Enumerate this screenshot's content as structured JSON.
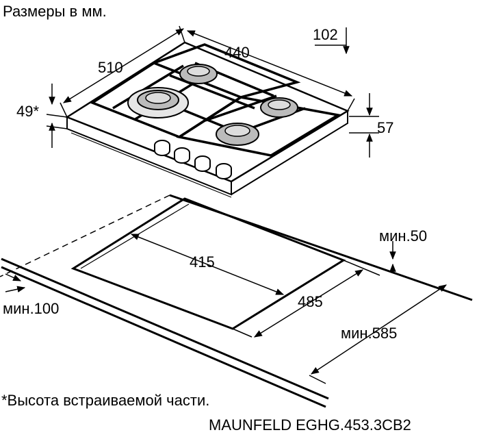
{
  "header": {
    "title": "Размеры в мм."
  },
  "hob_dimensions": {
    "width": "510",
    "depth": "440",
    "offset": "102",
    "height_builtin": "49*",
    "height_total": "57"
  },
  "cutout_dimensions": {
    "cut_width": "415",
    "cut_depth": "485",
    "min_back": "мин.50",
    "min_front": "мин.100",
    "min_worktop": "мин.585"
  },
  "footer": {
    "note": "*Высота встраиваемой части.",
    "model": "MAUNFELD EGHG.453.3CB2"
  }
}
